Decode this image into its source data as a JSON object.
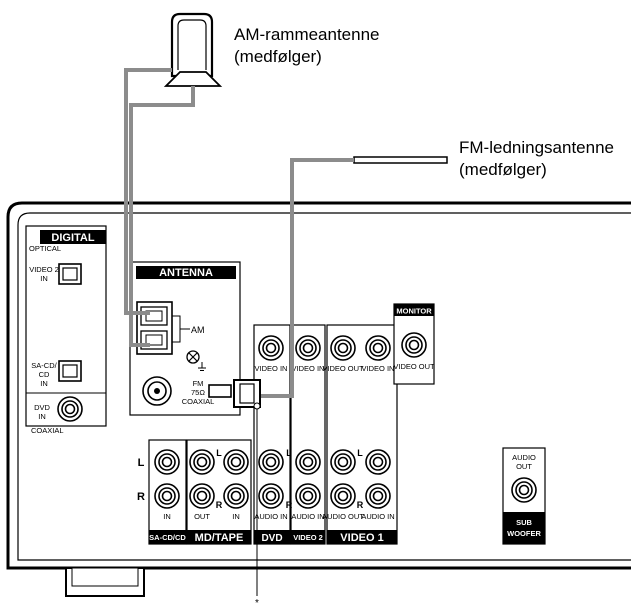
{
  "am_antenna": {
    "line1": "AM-rammeantenne",
    "line2": "(medfølger)"
  },
  "fm_antenna": {
    "line1": "FM-ledningsantenne",
    "line2": "(medfølger)"
  },
  "footnote_marker": "*",
  "digital": {
    "title": "DIGITAL",
    "optical": "OPTICAL",
    "video2_in": [
      "VIDEO 2",
      "IN"
    ],
    "sacd_in": [
      "SA-CD/",
      "CD",
      "IN"
    ],
    "dvd_in": [
      "DVD",
      "IN"
    ],
    "coaxial": "COAXIAL"
  },
  "antenna": {
    "title": "ANTENNA",
    "am": "AM",
    "fm": [
      "FM",
      "75Ω",
      "COAXIAL"
    ]
  },
  "monitor": {
    "title": "MONITOR",
    "video_out": "VIDEO OUT"
  },
  "video_labels": {
    "dvd_video_in": "VIDEO IN",
    "video2_video_in": "VIDEO IN",
    "video1_video_out": "VIDEO OUT",
    "video1_video_in": "VIDEO IN"
  },
  "audio_labels": {
    "sacd_in": "IN",
    "mdtape_out": "OUT",
    "mdtape_in": "IN",
    "dvd_audio_in": "AUDIO IN",
    "video2_audio_in": "AUDIO IN",
    "video1_audio_out": "AUDIO OUT",
    "video1_audio_in": "AUDIO IN"
  },
  "channels": {
    "left": "L",
    "right": "R"
  },
  "groups": {
    "sacd": "SA-CD/CD",
    "mdtape": "MD/TAPE",
    "dvd": "DVD",
    "video2": "VIDEO 2",
    "video1": "VIDEO 1"
  },
  "subwoofer": {
    "audio_out": [
      "AUDIO",
      "OUT"
    ],
    "name": [
      "SUB",
      "WOOFER"
    ]
  }
}
